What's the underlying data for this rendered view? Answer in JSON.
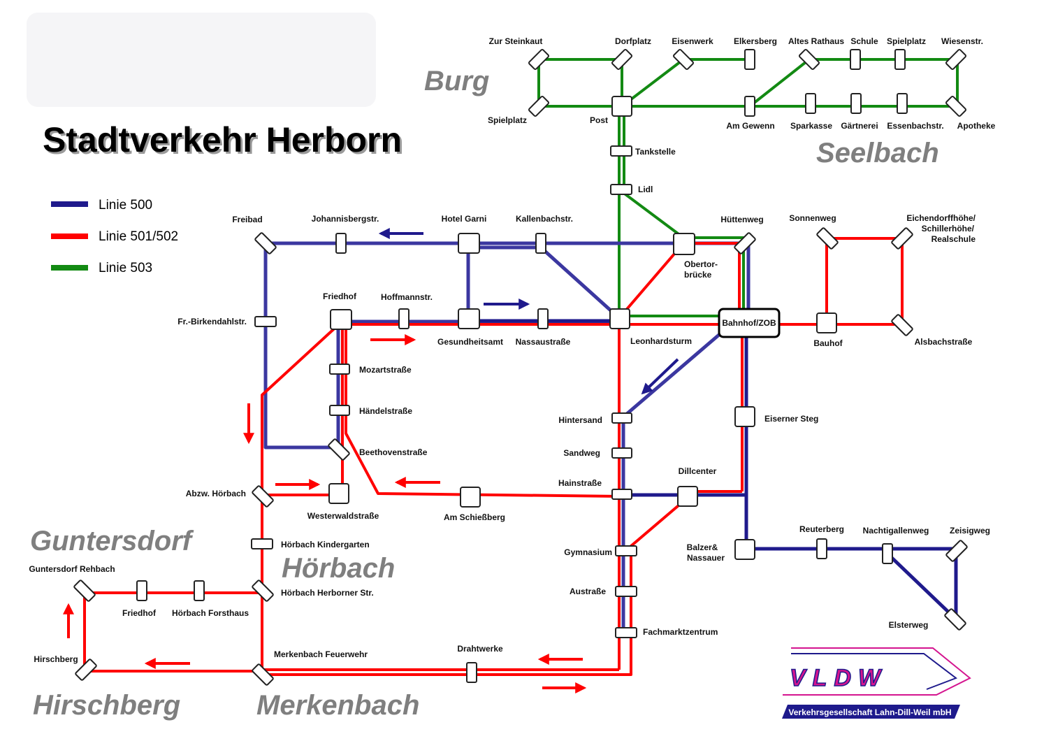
{
  "title": "Stadtverkehr Herborn",
  "legend": [
    {
      "label": "Linie 500",
      "color": "#1f1a8c"
    },
    {
      "label": "Linie 501/502",
      "color": "#ff0000"
    },
    {
      "label": "Linie 503",
      "color": "#138a13"
    }
  ],
  "districts": {
    "burg": "Burg",
    "seelbach": "Seelbach",
    "guntersdorf": "Guntersdorf",
    "hoerbach": "Hörbach",
    "hirschberg": "Hirschberg",
    "merkenbach": "Merkenbach"
  },
  "stations": {
    "zur_steinkaut": "Zur Steinkaut",
    "dorfplatz": "Dorfplatz",
    "eisenwerk": "Eisenwerk",
    "elkersberg": "Elkersberg",
    "altes_rathaus": "Altes Rathaus",
    "schule": "Schule",
    "spielplatz_seelbach": "Spielplatz",
    "wiesenstr": "Wiesenstr.",
    "spielplatz_burg": "Spielplatz",
    "post": "Post",
    "am_gewenn": "Am Gewenn",
    "sparkasse": "Sparkasse",
    "gaertnerei": "Gärtnerei",
    "essenbachstr": "Essenbachstr.",
    "apotheke": "Apotheke",
    "tankstelle": "Tankstelle",
    "lidl": "Lidl",
    "freibad": "Freibad",
    "johannisbergstr": "Johannisbergstr.",
    "hotel_garni": "Hotel Garni",
    "kallenbachstr": "Kallenbachstr.",
    "huettenweg": "Hüttenweg",
    "sonnenweg": "Sonnenweg",
    "eichendorff_1": "Eichendorffhöhe/",
    "eichendorff_2": "Schillerhöhe/",
    "eichendorff_3": "Realschule",
    "obertor_1": "Obertor-",
    "obertor_2": "brücke",
    "fr_birkendahlstr": "Fr.-Birkendahlstr.",
    "friedhof_herborn": "Friedhof",
    "hoffmannstr": "Hoffmannstr.",
    "gesundheitsamt": "Gesundheitsamt",
    "nassaustrasse": "Nassaustraße",
    "leonhardsturm": "Leonhardsturm",
    "bahnhof": "Bahnhof/ZOB",
    "bauhof": "Bauhof",
    "alsbachstrasse": "Alsbachstraße",
    "mozartstrasse": "Mozartstraße",
    "haendelstrasse": "Händelstraße",
    "beethovenstrasse": "Beethovenstraße",
    "hintersand": "Hintersand",
    "sandweg": "Sandweg",
    "hainstrasse": "Hainstraße",
    "dillcenter": "Dillcenter",
    "eiserner_steg": "Eiserner Steg",
    "abzw_hoerbach": "Abzw. Hörbach",
    "westerwaldstrasse": "Westerwaldstraße",
    "am_schiessberg": "Am Schießberg",
    "gymnasium": "Gymnasium",
    "balzer_1": "Balzer&",
    "balzer_2": "Nassauer",
    "reuterberg": "Reuterberg",
    "nachtigallenweg": "Nachtigallenweg",
    "zeisigweg": "Zeisigweg",
    "elsterweg": "Elsterweg",
    "hoerbach_kindergarten": "Hörbach Kindergarten",
    "guntersdorf_rehbach": "Guntersdorf Rehbach",
    "friedhof_guntersdorf": "Friedhof",
    "hoerbach_forsthaus": "Hörbach Forsthaus",
    "hoerbach_herborner_str": "Hörbach Herborner Str.",
    "austrasse": "Austraße",
    "fachmarktzentrum": "Fachmarktzentrum",
    "drahtwerke": "Drahtwerke",
    "merkenbach_feuerwehr": "Merkenbach Feuerwehr",
    "hirschberg": "Hirschberg"
  },
  "logo": {
    "mark": "VLDW",
    "subtitle": "Verkehrsgesellschaft Lahn-Dill-Weil mbH"
  }
}
